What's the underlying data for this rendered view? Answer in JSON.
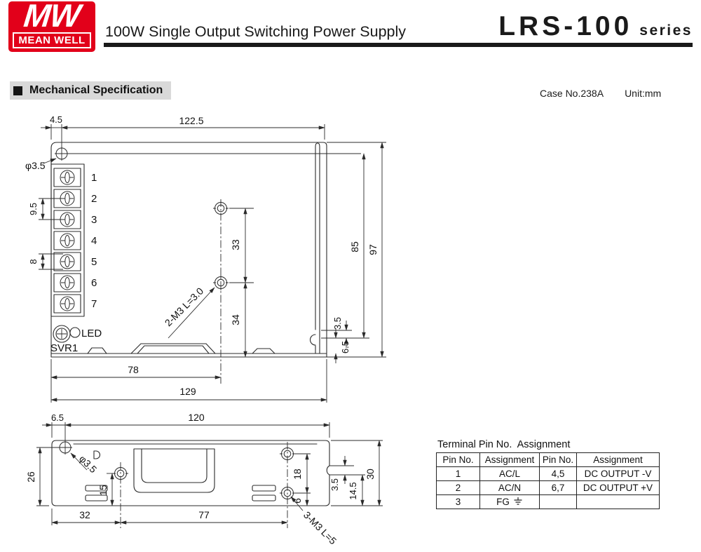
{
  "header": {
    "logo_mw": "MW",
    "logo_name": "MEAN WELL",
    "title": "100W Single Output Switching Power Supply",
    "series_name": "LRS-100",
    "series_suffix": "series"
  },
  "section": {
    "heading": "Mechanical Specification",
    "case_no": "Case No.238A",
    "unit": "Unit:mm"
  },
  "top_view": {
    "pins": [
      "1",
      "2",
      "3",
      "4",
      "5",
      "6",
      "7"
    ],
    "led_label": "LED",
    "svr_label": "SVR1",
    "dims": {
      "offset_left": "4.5",
      "width_top": "122.5",
      "hole_dia": "φ3.5",
      "pin_pitch_a": "9.5",
      "pin_pitch_b": "8",
      "hole_span": "33",
      "hole_to_edge": "34",
      "screw_note": "2-M3 L=3.0",
      "height_inner": "85",
      "height_outer": "97",
      "gap_small": "3.5",
      "gap_bottom": "6.5",
      "width_svr": "78",
      "width_total": "129"
    }
  },
  "bottom_view": {
    "dims": {
      "offset_left": "6.5",
      "width_top": "120",
      "hole_dia": "φ3.5",
      "height_left": "26",
      "hole_left": "15",
      "hole_span_right": "18",
      "hole_bottom_right": "6",
      "notch_height": "3.5",
      "notch_to_bottom": "14.5",
      "height_right": "30",
      "seg_left": "32",
      "seg_mid": "77",
      "screw_note": "3-M3 L=5"
    }
  },
  "pin_table": {
    "title": "Terminal Pin No.  Assignment",
    "headers": [
      "Pin No.",
      "Assignment",
      "Pin No.",
      "Assignment"
    ],
    "rows": [
      [
        "1",
        "AC/L",
        "4,5",
        "DC OUTPUT -V"
      ],
      [
        "2",
        "AC/N",
        "6,7",
        "DC OUTPUT +V"
      ],
      [
        "3",
        "FG",
        "",
        ""
      ]
    ]
  },
  "colors": {
    "brand_red": "#e2001a",
    "line": "#2b2b2b",
    "heading_bg": "#d9d9d9"
  }
}
